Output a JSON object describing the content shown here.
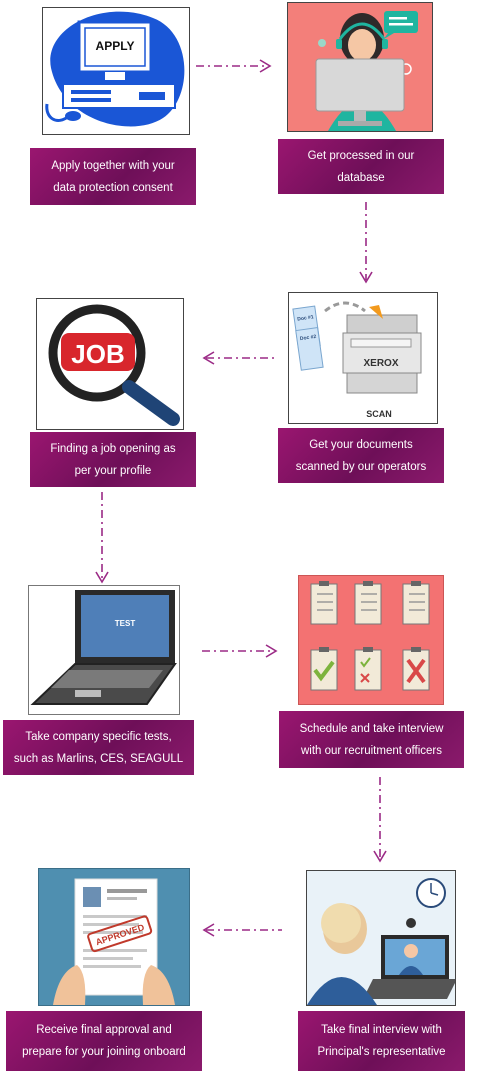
{
  "steps": [
    {
      "caption_line1": "Apply together with your",
      "caption_line2": "data protection consent",
      "icon": "apply-computer-icon",
      "icon_text": "APPLY"
    },
    {
      "caption_line1": "Get processed in our",
      "caption_line2": "database",
      "icon": "support-operator-icon"
    },
    {
      "caption_line1": "Get your documents",
      "caption_line2": "scanned by our operators",
      "icon": "scanner-icon",
      "icon_text": "XEROX",
      "icon_text2": "SCAN",
      "doc1": "Doc #1",
      "doc2": "Doc #2"
    },
    {
      "caption_line1": "Finding a job opening as",
      "caption_line2": "per your profile",
      "icon": "job-search-icon",
      "icon_text": "JOB"
    },
    {
      "caption_line1": "Take company specific tests,",
      "caption_line2": "such as Marlins, CES, SEAGULL",
      "icon": "laptop-test-icon",
      "icon_text": "TEST"
    },
    {
      "caption_line1": "Schedule and take interview",
      "caption_line2": "with our recruitment officers",
      "icon": "clipboards-icon"
    },
    {
      "caption_line1": "Take final interview with",
      "caption_line2": "Principal's representative",
      "icon": "video-interview-icon"
    },
    {
      "caption_line1": "Receive final approval and",
      "caption_line2": "prepare for your joining onboard",
      "icon": "approved-resume-icon",
      "icon_text": "APPROVED"
    }
  ],
  "colors": {
    "caption_bg": "#7a1260",
    "arrow": "#9b2a86"
  }
}
